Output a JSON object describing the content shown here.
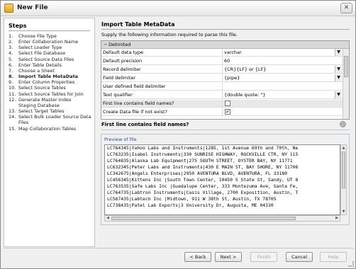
{
  "window": {
    "title": "New File",
    "close_glyph": "✕"
  },
  "steps": {
    "title": "Steps",
    "items": [
      {
        "num": "1.",
        "label": "Choose File Type"
      },
      {
        "num": "2.",
        "label": "Enter Collaboration Name"
      },
      {
        "num": "3.",
        "label": "Select Loader Type"
      },
      {
        "num": "4.",
        "label": "Select File Database"
      },
      {
        "num": "5.",
        "label": "Select Source Data Files"
      },
      {
        "num": "6.",
        "label": "Enter Table Details"
      },
      {
        "num": "7.",
        "label": "Choose a Sheet"
      },
      {
        "num": "8.",
        "label": "Import Table MetaData"
      },
      {
        "num": "9.",
        "label": "Enter Column Properties"
      },
      {
        "num": "10.",
        "label": "Select Source Tables"
      },
      {
        "num": "11.",
        "label": "Select Source Tables for Join"
      },
      {
        "num": "12.",
        "label": "Generate Master Index"
      },
      {
        "num": "",
        "label": "Staging Database"
      },
      {
        "num": "13.",
        "label": "Select Target Tables"
      },
      {
        "num": "14.",
        "label": "Select Bulk Loader Source Data"
      },
      {
        "num": "",
        "label": "Files"
      },
      {
        "num": "15.",
        "label": "Map Collaboration Tables"
      }
    ],
    "current_index": 7
  },
  "main": {
    "title": "Import Table MetaData",
    "instruction": "Supply the following information required to parse this file."
  },
  "properties": {
    "group_label": "Delimited",
    "group_toggle": "−",
    "rows": [
      {
        "name": "Default data type",
        "value": "varchar",
        "dropdown": true
      },
      {
        "name": "Default precision",
        "value": "60",
        "dropdown": false
      },
      {
        "name": "Record delimiter",
        "value": "{CR}{LF} or {LF}",
        "dropdown": true
      },
      {
        "name": "Field delimiter",
        "value": "{pipe}",
        "dropdown": true
      },
      {
        "name": "User defined field delimiter",
        "value": "",
        "dropdown": false
      },
      {
        "name": "Text qualifier",
        "value": "{double quote: \"}",
        "dropdown": true
      },
      {
        "name": "First line contains field names?",
        "checkbox": true,
        "checked": false
      },
      {
        "name": "Create Data file if not exist?",
        "checkbox": true,
        "checked": true
      }
    ],
    "dropdown_glyph": "▼",
    "check_glyph": "✔"
  },
  "description": {
    "title": "First line contains field names?"
  },
  "preview": {
    "label": "Preview of file",
    "lines": [
      "LC764345|Yahoo Labs and Instruments|1285, 1st Avenue 69th and 70th, Ne",
      "LC763235|Isabel Instruments|330 SUNRISE HIGHWAY, ROCKVILLE CTR, NY 115",
      "LC764835|Alaska Lab Equipment|275 SOUTH STREET, OYSTER BAY, NY 11771",
      "LC632345|Peter Labs and Instruments|430 E MAIN ST, BAY SHORE, NY 11706",
      "LC342675|Angels Enterprises|2950 AVENTURA BLVD, AVENTURA, FL 33180",
      "LC456345|Kittens Inc |South Town Center, 10450 S State St, Sandy, UT 8",
      "LC763535|Safe Labs Inc |Guadalupe Center, 333 Montezuma Ave, Santa Fe,",
      "LC764735|Labtron Instruments|Casis Village, 2700 Exposition, Austin, T",
      "LC567435|Labtech Inc |Midtown, 911 W 38th St, Austin, TX 78705",
      "LC738435|Patel Lab Exports|3 University Dr, Augusta, ME 04330"
    ]
  },
  "buttons": {
    "back": "< Back",
    "next": "Next >",
    "finish": "Finish",
    "cancel": "Cancel",
    "help": "Help"
  }
}
